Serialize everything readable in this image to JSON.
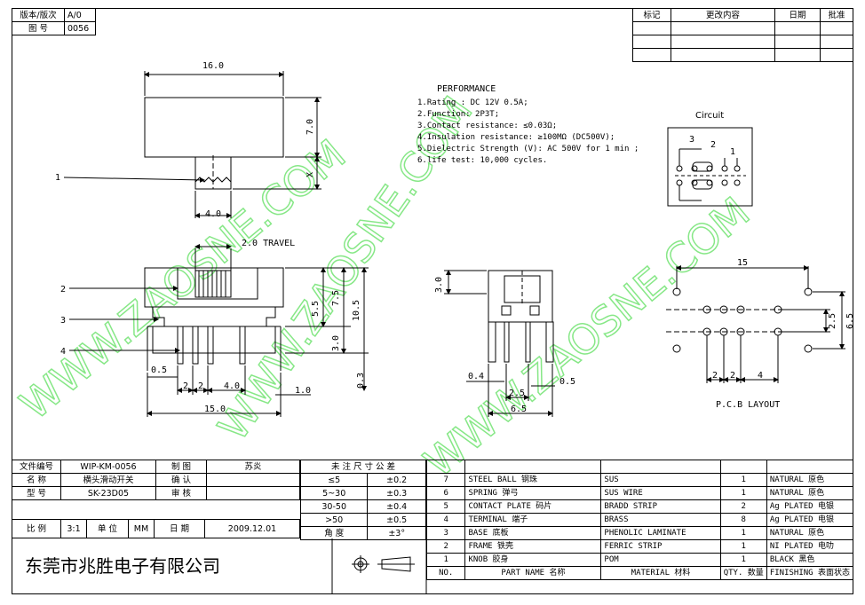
{
  "top_left": {
    "version_label": "版本/版次",
    "version_value": "A/0",
    "drawing_no_label": "图 号",
    "drawing_no_value": "0056"
  },
  "revision_table": {
    "headers": [
      "标记",
      "更改内容",
      "日期",
      "批准"
    ]
  },
  "performance": {
    "title": "PERFORMANCE",
    "lines": [
      "1.Rating : DC 12V 0.5A;",
      "2.Function: 2P3T;",
      "3.Contact resistance: ≤0.03Ω;",
      "4.Insulation resistance: ≥100MΩ (DC500V);",
      "5.Dielectric Strength (V): AC 500V for 1 min ;",
      "6.life test: 10,000 cycles."
    ]
  },
  "circuit": {
    "title": "Circuit",
    "labels": [
      "3",
      "2",
      "1"
    ]
  },
  "dimensions": {
    "top_width": "16.0",
    "top_height": "7.0",
    "top_x": "X",
    "top_lever": "4.0",
    "travel": "2.0 TRAVEL",
    "front_55": "5.5",
    "front_75": "7.5",
    "front_105": "10.5",
    "front_30": "3.0",
    "front_03": "0.3",
    "front_05": "0.5",
    "front_2a": "2",
    "front_2b": "2",
    "front_40": "4.0",
    "front_10": "1.0",
    "front_150": "15.0",
    "side_30": "3.0",
    "side_04": "0.4",
    "side_05": "0.5",
    "side_25": "2.5",
    "side_65": "6.5",
    "pcb_15": "15",
    "pcb_25": "2.5",
    "pcb_65": "6.5",
    "pcb_2a": "2",
    "pcb_2b": "2",
    "pcb_4": "4",
    "pcb_title": "P.C.B LAYOUT",
    "callouts": [
      "1",
      "2",
      "3",
      "4"
    ]
  },
  "watermark": "WWW.ZAOSNE.COM",
  "title_block": {
    "rows": [
      {
        "label": "文件编号",
        "value": "WIP-KM-0056",
        "label2": "制 图",
        "value2": "苏炎"
      },
      {
        "label": "名 称",
        "value": "横头滑动开关",
        "label2": "确 认",
        "value2": ""
      },
      {
        "label": "型 号",
        "value": "SK-23D05",
        "label2": "审 核",
        "value2": ""
      }
    ],
    "scale_label": "比 例",
    "scale_value": "3:1",
    "unit_label": "单 位",
    "unit_value": "MM",
    "date_label": "日 期",
    "date_value": "2009.12.01",
    "company": "东莞市兆胜电子有限公司"
  },
  "tolerance": {
    "title": "未 注 尺 寸 公 差",
    "rows": [
      [
        "≤5",
        "±0.2"
      ],
      [
        "5~30",
        "±0.3"
      ],
      [
        "30-50",
        "±0.4"
      ],
      [
        ">50",
        "±0.5"
      ],
      [
        "角 度",
        "±3°"
      ]
    ]
  },
  "bom": {
    "header": {
      "no": "NO.",
      "part": "PART NAME 名称",
      "material": "MATERIAL 材料",
      "qty": "QTY. 数量",
      "finish": "FINISHING 表面状态"
    },
    "rows": [
      {
        "no": "7",
        "part": "STEEL BALL 钢珠",
        "material": "SUS",
        "qty": "1",
        "finish": "NATURAL 原色"
      },
      {
        "no": "6",
        "part": "SPRING 弹弓",
        "material": "SUS WIRE",
        "qty": "1",
        "finish": "NATURAL 原色"
      },
      {
        "no": "5",
        "part": "CONTACT PLATE 码片",
        "material": "BRADD STRIP",
        "qty": "2",
        "finish": "Ag PLATED 电银"
      },
      {
        "no": "4",
        "part": "TERMINAL 端子",
        "material": "BRASS",
        "qty": "8",
        "finish": "Ag PLATED 电银"
      },
      {
        "no": "3",
        "part": "BASE 底板",
        "material": "PHENOLIC LAMINATE",
        "qty": "1",
        "finish": "NATURAL 原色"
      },
      {
        "no": "2",
        "part": "FRAME 铁壳",
        "material": "FERRIC STRIP",
        "qty": "1",
        "finish": "NI PLATED 电叻"
      },
      {
        "no": "1",
        "part": "KNOB 胶身",
        "material": "POM",
        "qty": "1",
        "finish": "BLACK 黑色"
      }
    ]
  }
}
